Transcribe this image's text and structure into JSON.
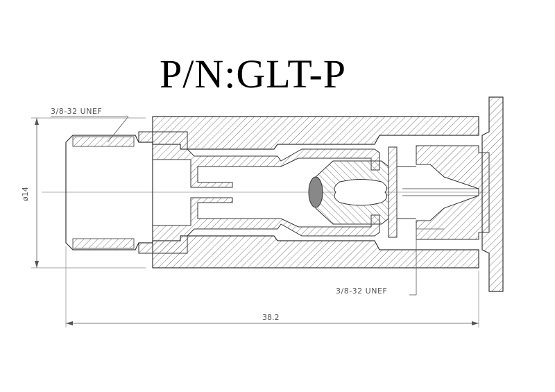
{
  "title": "P/N:GLT-P",
  "labels": {
    "thread_top": "3/8-32 UNEF",
    "thread_bottom": "3/8-32 UNEF",
    "diameter": "ø14",
    "length": "38.2"
  }
}
